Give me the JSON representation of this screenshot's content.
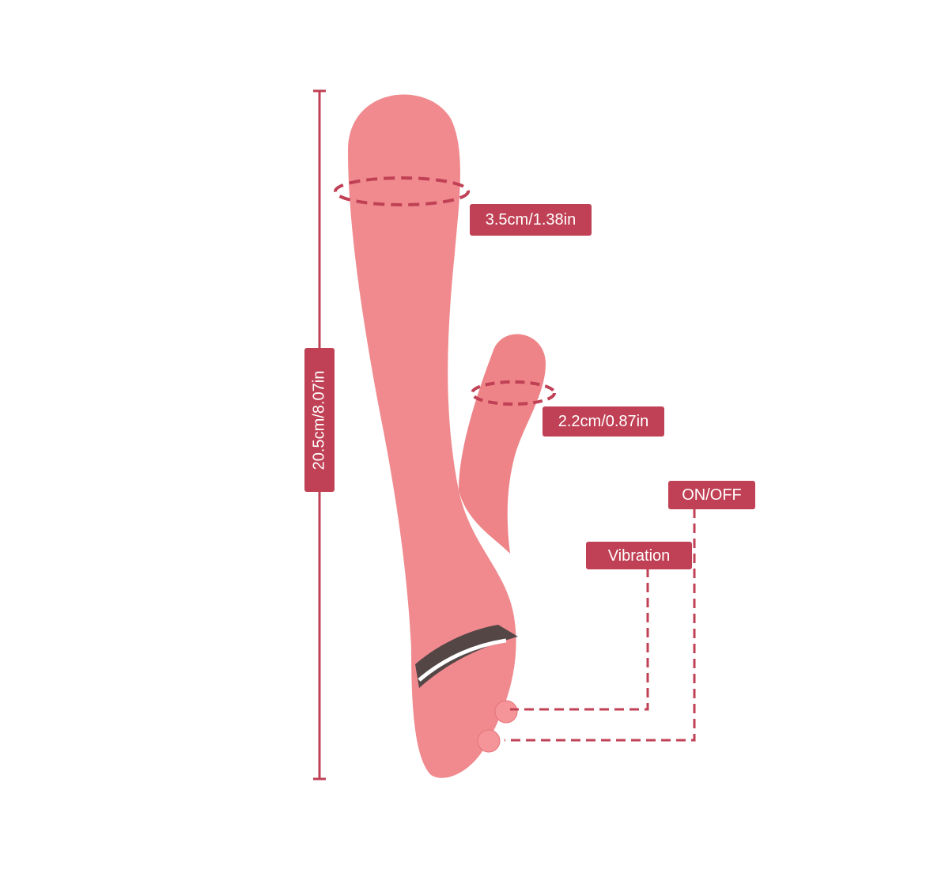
{
  "dimensions": {
    "total_length": "20.5cm/8.07in",
    "shaft_diameter": "3.5cm/1.38in",
    "arm_diameter": "2.2cm/0.87in"
  },
  "controls": {
    "on_off_label": "ON/OFF",
    "vibration_label": "Vibration"
  },
  "colors": {
    "accent": "#c04155",
    "product": "#f08a8e",
    "background": "#ffffff"
  }
}
